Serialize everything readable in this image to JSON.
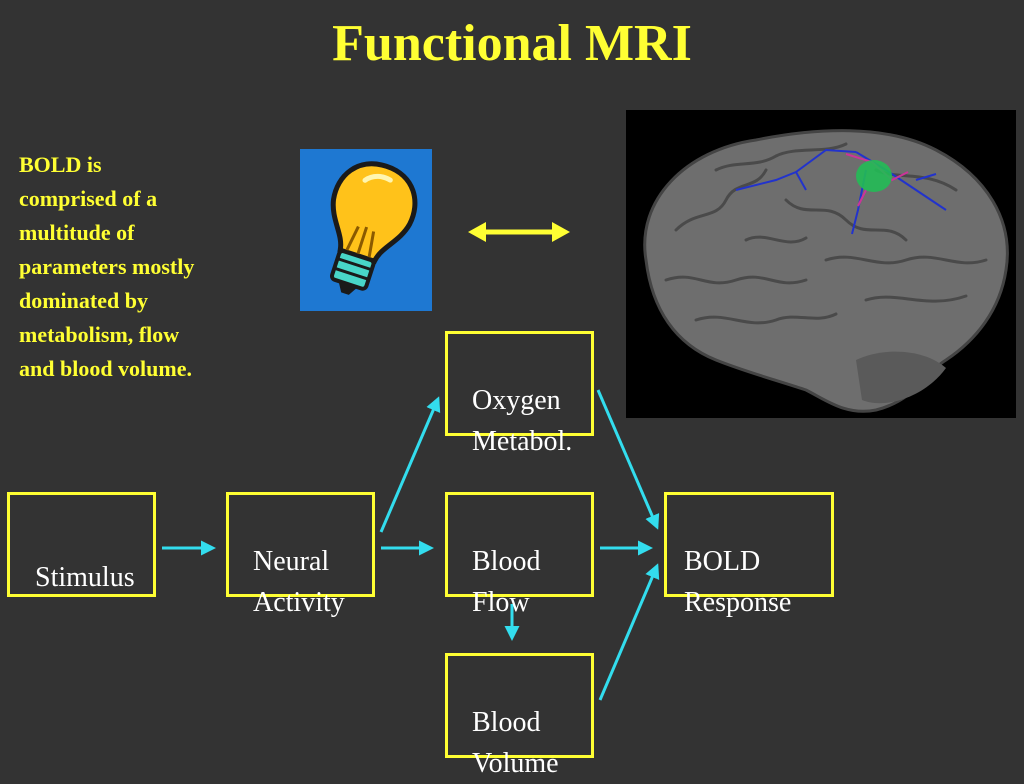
{
  "title": "Functional MRI",
  "description": "BOLD is\ncomprised of a\nmultitude of\nparameters mostly\ndominated by\nmetabolism, flow\nand blood volume.",
  "nodes": {
    "stimulus": "Stimulus",
    "neural_activity": "Neural\nActivity",
    "oxygen_metabolism": "Oxygen\nMetabol.",
    "blood_flow": "Blood\nFlow",
    "blood_volume": "Blood\nVolume",
    "bold_response": "BOLD\nResponse"
  },
  "colors": {
    "background": "#333333",
    "accent": "#ffff33",
    "arrow": "#33ddee",
    "node_text": "#ffffff"
  },
  "icons": {
    "light_bulb": "light-bulb-icon",
    "double_arrow": "double-arrow-icon",
    "brain_image": "brain-fmri-image"
  }
}
